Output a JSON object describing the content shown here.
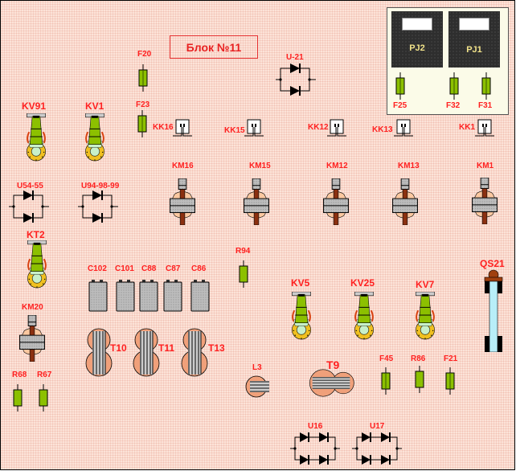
{
  "title": "Блок №11",
  "colors": {
    "label": "#ff2020",
    "background": "#fce3d8",
    "fuse_fill": "#8cc000",
    "meter_body": "#2e2e2e",
    "meter_label": "#f2e38a",
    "coil_core": "#a9a9a9",
    "transformer_fill": "#f0a07a",
    "relay_ring": "#f0c020"
  },
  "meters": [
    {
      "label": "PJ2",
      "icon": "panel-meter-icon"
    },
    {
      "label": "PJ1",
      "icon": "panel-meter-icon"
    }
  ],
  "fuses": {
    "F20": "F20",
    "F23": "F23",
    "F25": "F25",
    "F32": "F32",
    "F31": "F31",
    "F45": "F45",
    "F21": "F21"
  },
  "resistors": {
    "R94": "R94",
    "R68": "R68",
    "R67": "R67",
    "R86": "R86"
  },
  "diode_groups": {
    "U21": "U-21",
    "U54": "U54-55",
    "U94": "U94-98-99",
    "U16": "U16",
    "U17": "U17"
  },
  "thermal_relays": [
    "KK16",
    "KK15",
    "KK12",
    "KK13",
    "KK1"
  ],
  "contactors": [
    "KM16",
    "KM15",
    "KM12",
    "KM13",
    "KM1",
    "KM20"
  ],
  "relays": [
    "KV91",
    "KV1",
    "KT2",
    "KV5",
    "KV25",
    "KV7"
  ],
  "capacitors": [
    "C102",
    "C101",
    "C88",
    "C87",
    "C86"
  ],
  "transformers": [
    "T10",
    "T11",
    "T13",
    "T9"
  ],
  "inductor": "L3",
  "switch": "QS21"
}
